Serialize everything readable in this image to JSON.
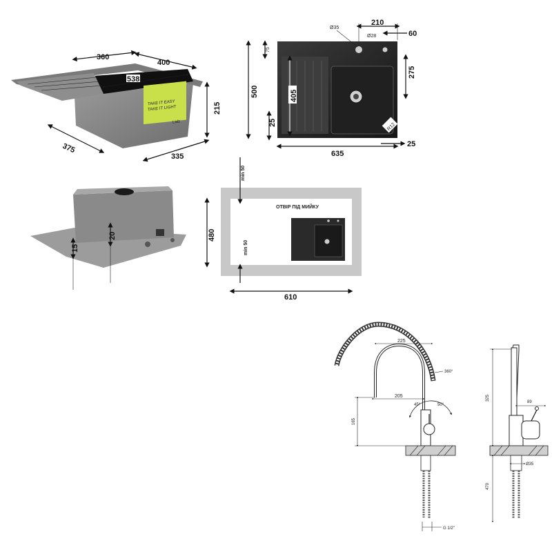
{
  "sink_perspective": {
    "dims": {
      "width_top": "360",
      "width_right": "400",
      "diagonal": "538",
      "height": "215",
      "depth_left": "375",
      "bottom_width": "335"
    },
    "label": {
      "line1": "TAKE IT EASY",
      "line2": "TAKE IT LIGHT",
      "brand": "Lidz"
    }
  },
  "sink_top": {
    "dims": {
      "hole_faucet": "Ø35",
      "hole_small": "Ø28",
      "top_offset": "210",
      "right_offset": "60",
      "top_margin": "75",
      "bowl_height": "275",
      "total_height": "500",
      "drainboard_height": "405",
      "bottom_margin": "25",
      "corner_radius": "R12",
      "total_width": "635",
      "right_margin": "25"
    }
  },
  "sink_bottom": {
    "dims": {
      "mount_15": "15",
      "mount_20": "20"
    }
  },
  "cutout": {
    "title": "ОТВІР ПІД МИЙКУ",
    "dims": {
      "min_top": "min 50",
      "min_left": "min 50",
      "height": "480",
      "width": "610"
    }
  },
  "faucet_front": {
    "dims": {
      "reach_upper": "225",
      "reach_lower": "205",
      "rotation": "360°",
      "angle_left": "45°",
      "angle_right": "50°",
      "spout_height": "165",
      "thread": "G 1/2\""
    }
  },
  "faucet_side": {
    "dims": {
      "total_height": "325",
      "handle_offset": "89",
      "hole_diameter": "Ø35",
      "hose_length": "470"
    }
  },
  "colors": {
    "sink_body": "#8b8b8b",
    "sink_dark": "#2a2a2a",
    "cutout_frame": "#c8c8c8",
    "label_green": "#c9e04a"
  }
}
